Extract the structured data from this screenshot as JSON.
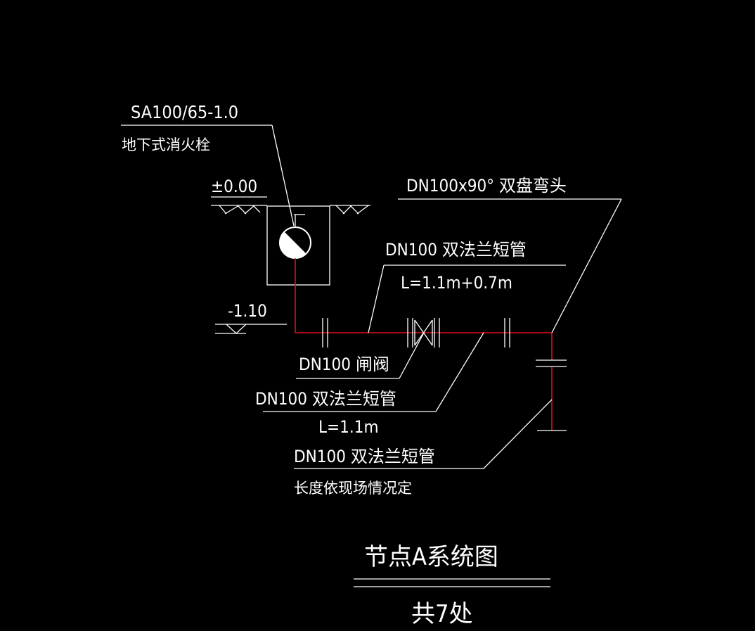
{
  "drawing": {
    "hydrant_model": "SA100/65-1.0",
    "hydrant_name": "地下式消火栓",
    "ground_elevation": "±0.00",
    "pipe_elevation": "-1.10",
    "elbow_label": "DN100x90° 双盘弯头",
    "short_pipe_1_label": "DN100 双法兰短管",
    "short_pipe_1_length": "L=1.1m+0.7m",
    "gate_valve_label": "DN100 闸阀",
    "short_pipe_2_label": "DN100 双法兰短管",
    "short_pipe_2_length": "L=1.1m",
    "short_pipe_3_label": "DN100 双法兰短管",
    "short_pipe_3_note": "长度依现场情况定",
    "title": "节点A系统图",
    "count": "共7处"
  },
  "colors": {
    "background": "#000000",
    "line": "#ffffff",
    "pipe": "#e0101a"
  }
}
